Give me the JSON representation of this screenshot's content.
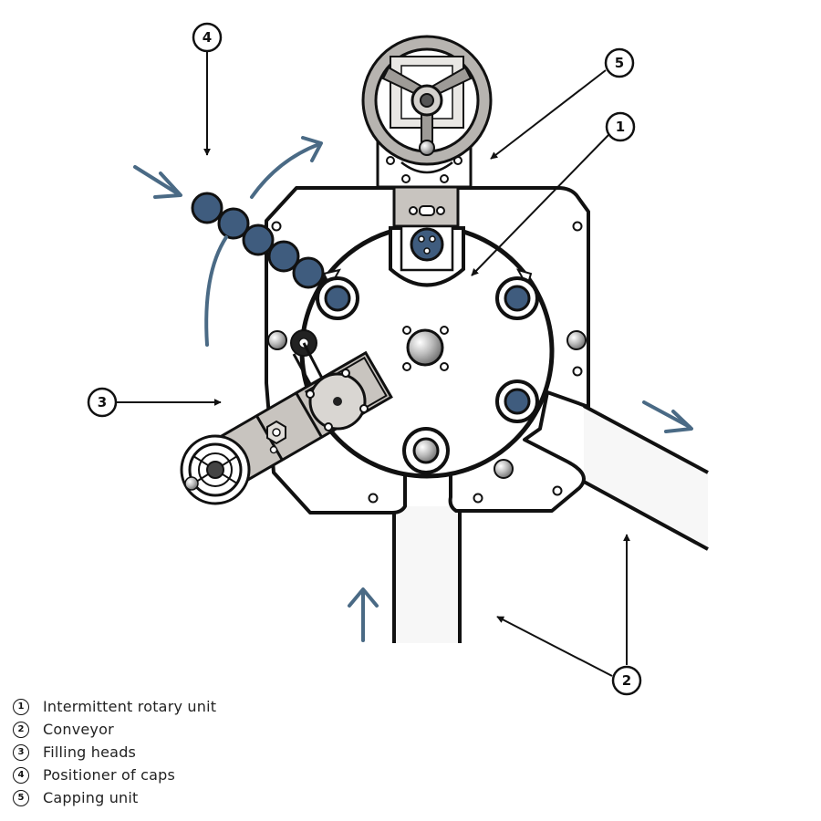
{
  "callouts": {
    "c1": "1",
    "c2": "2",
    "c3": "3",
    "c4": "4",
    "c5": "5"
  },
  "legend": [
    {
      "number": "1",
      "label": "Intermittent rotary unit"
    },
    {
      "number": "2",
      "label": "Conveyor"
    },
    {
      "number": "3",
      "label": "Filling heads"
    },
    {
      "number": "4",
      "label": "Positioner of caps"
    },
    {
      "number": "5",
      "label": "Capping unit"
    }
  ],
  "colors": {
    "outline": "#111111",
    "flow_arrow": "#4a6a85",
    "cap_fill": "#3f5c7e",
    "metal_fill": "#c8c4bf",
    "machine_fill": "#ffffff",
    "conveyor_fill": "#f7f7f7"
  }
}
